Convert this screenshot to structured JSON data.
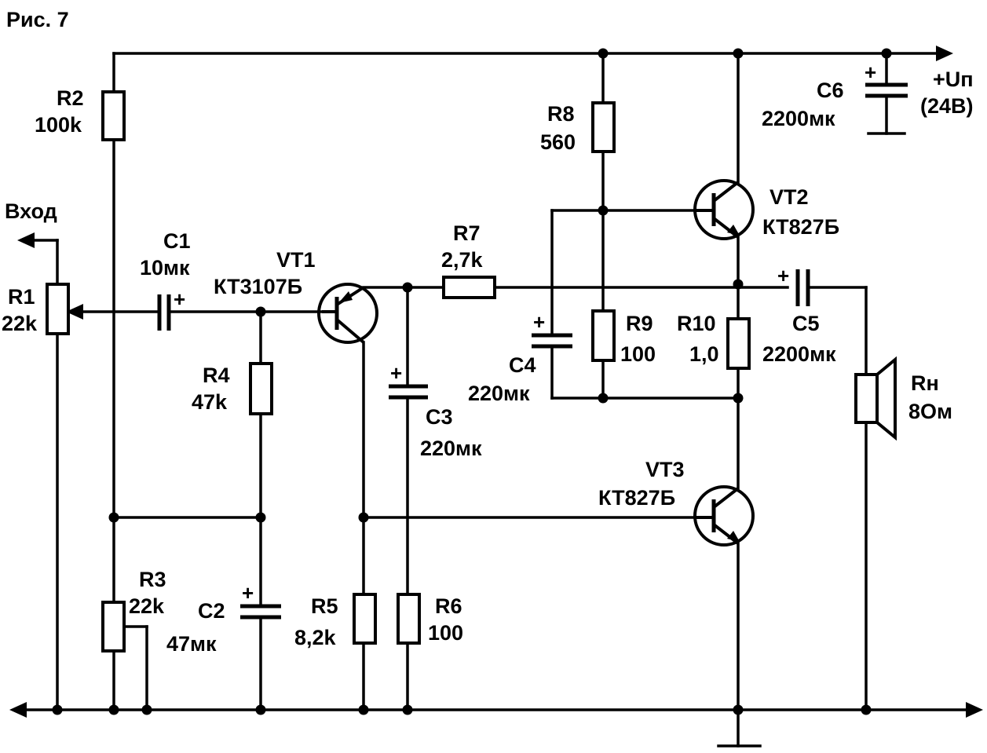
{
  "figure": {
    "caption": "Рис. 7"
  },
  "input": {
    "label": "Вход"
  },
  "power": {
    "label": "+Uп",
    "voltage": "(24В)"
  },
  "polarity_mark": "+",
  "components": {
    "R1": {
      "ref": "R1",
      "value": "22k"
    },
    "R2": {
      "ref": "R2",
      "value": "100k"
    },
    "R3": {
      "ref": "R3",
      "value": "22k"
    },
    "R4": {
      "ref": "R4",
      "value": "47k"
    },
    "R5": {
      "ref": "R5",
      "value": "8,2k"
    },
    "R6": {
      "ref": "R6",
      "value": "100"
    },
    "R7": {
      "ref": "R7",
      "value": "2,7k"
    },
    "R8": {
      "ref": "R8",
      "value": "560"
    },
    "R9": {
      "ref": "R9",
      "value": "100"
    },
    "R10": {
      "ref": "R10",
      "value": "1,0"
    },
    "C1": {
      "ref": "C1",
      "value": "10мк"
    },
    "C2": {
      "ref": "C2",
      "value": "47мк"
    },
    "C3": {
      "ref": "C3",
      "value": "220мк"
    },
    "C4": {
      "ref": "C4",
      "value": "220мк"
    },
    "C5": {
      "ref": "C5",
      "value": "2200мк"
    },
    "C6": {
      "ref": "C6",
      "value": "2200мк"
    },
    "VT1": {
      "ref": "VT1",
      "value": "КТ3107Б"
    },
    "VT2": {
      "ref": "VT2",
      "value": "КТ827Б"
    },
    "VT3": {
      "ref": "VT3",
      "value": "КТ827Б"
    },
    "RH": {
      "ref": "Rн",
      "value": "8Ом"
    }
  }
}
